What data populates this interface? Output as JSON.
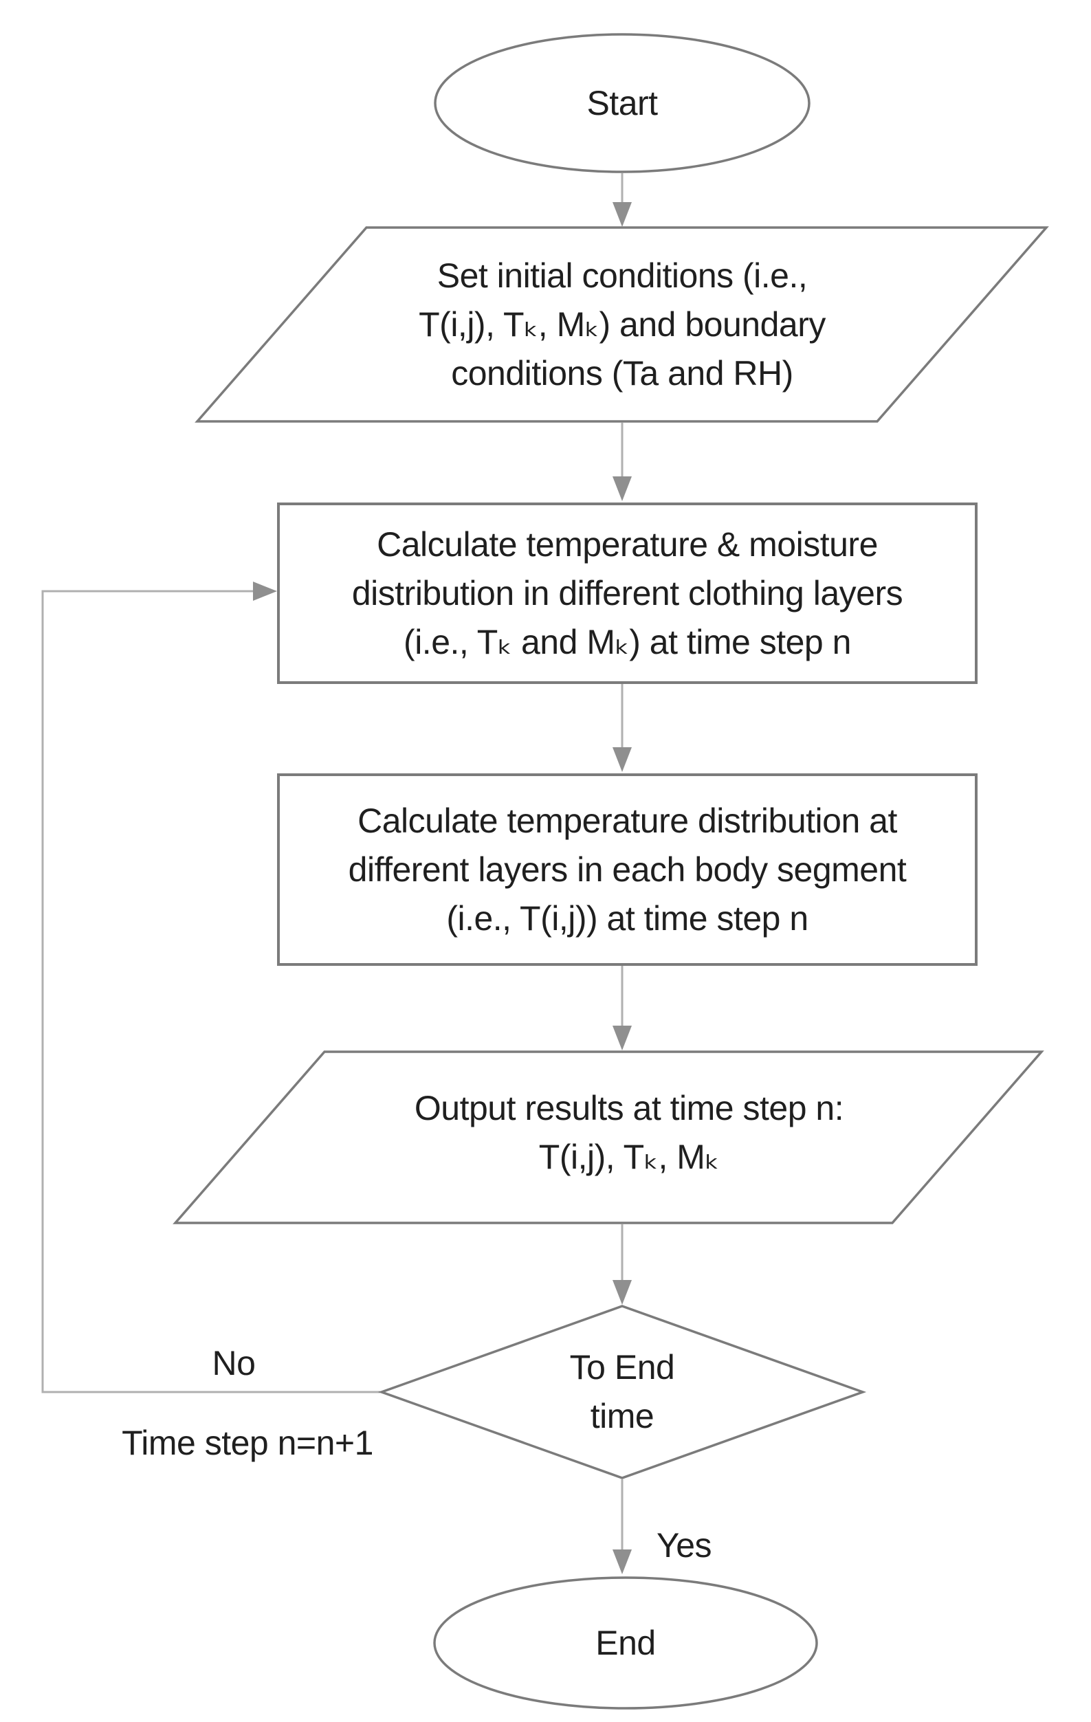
{
  "colors": {
    "background": "#ffffff",
    "shape_border": "#7b7b7b",
    "connector": "#b0b0b0",
    "arrowhead": "#8f8f8f",
    "text": "#1f1f1f"
  },
  "nodes": {
    "start": {
      "type": "terminator",
      "label": "Start"
    },
    "set_initial": {
      "type": "input-output",
      "lines": [
        "Set initial conditions (i.e.,",
        "T(i,j), Tₖ, Mₖ) and boundary",
        "conditions (Ta and RH)"
      ]
    },
    "calc_clothing": {
      "type": "process",
      "lines": [
        "Calculate temperature & moisture",
        "distribution in different clothing layers",
        "(i.e., Tₖ and Mₖ) at time step n"
      ]
    },
    "calc_body": {
      "type": "process",
      "lines": [
        "Calculate temperature distribution at",
        "different layers in each body segment",
        "(i.e., T(i,j)) at time step n"
      ]
    },
    "output_results": {
      "type": "input-output",
      "lines": [
        "Output results at time step n:",
        "T(i,j), Tₖ, Mₖ"
      ]
    },
    "decision": {
      "type": "decision",
      "lines": [
        "To End",
        "time"
      ]
    },
    "end": {
      "type": "terminator",
      "label": "End"
    }
  },
  "edges": {
    "yes_label": "Yes",
    "no_label": "No",
    "no_sublabel": "Time step n=n+1"
  }
}
